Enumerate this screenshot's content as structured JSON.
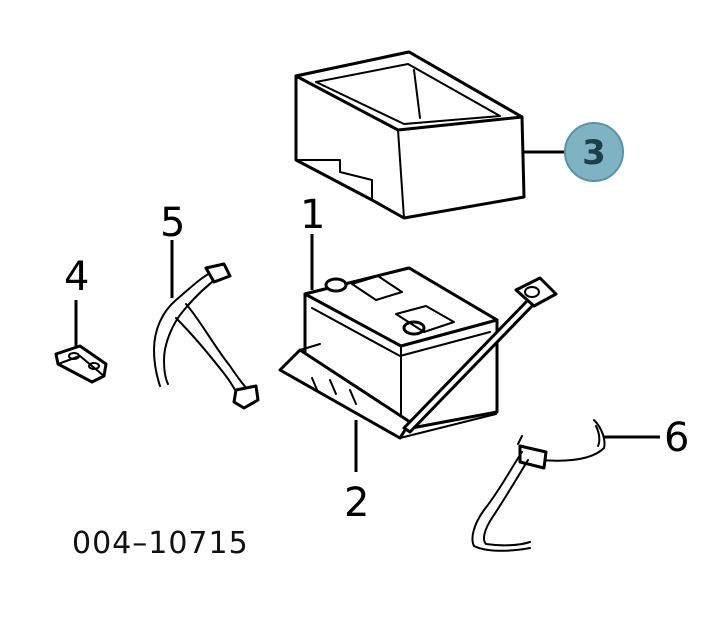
{
  "callouts": [
    {
      "id": "1",
      "label": "1",
      "highlighted": false
    },
    {
      "id": "2",
      "label": "2",
      "highlighted": false
    },
    {
      "id": "3",
      "label": "3",
      "highlighted": true
    },
    {
      "id": "4",
      "label": "4",
      "highlighted": false
    },
    {
      "id": "5",
      "label": "5",
      "highlighted": false
    },
    {
      "id": "6",
      "label": "6",
      "highlighted": false
    }
  ],
  "figure_code": "004–10715",
  "colors": {
    "highlight_fill": "#7fb3c3",
    "highlight_stroke": "#5a93a6",
    "line": "#000000",
    "background": "#ffffff"
  }
}
